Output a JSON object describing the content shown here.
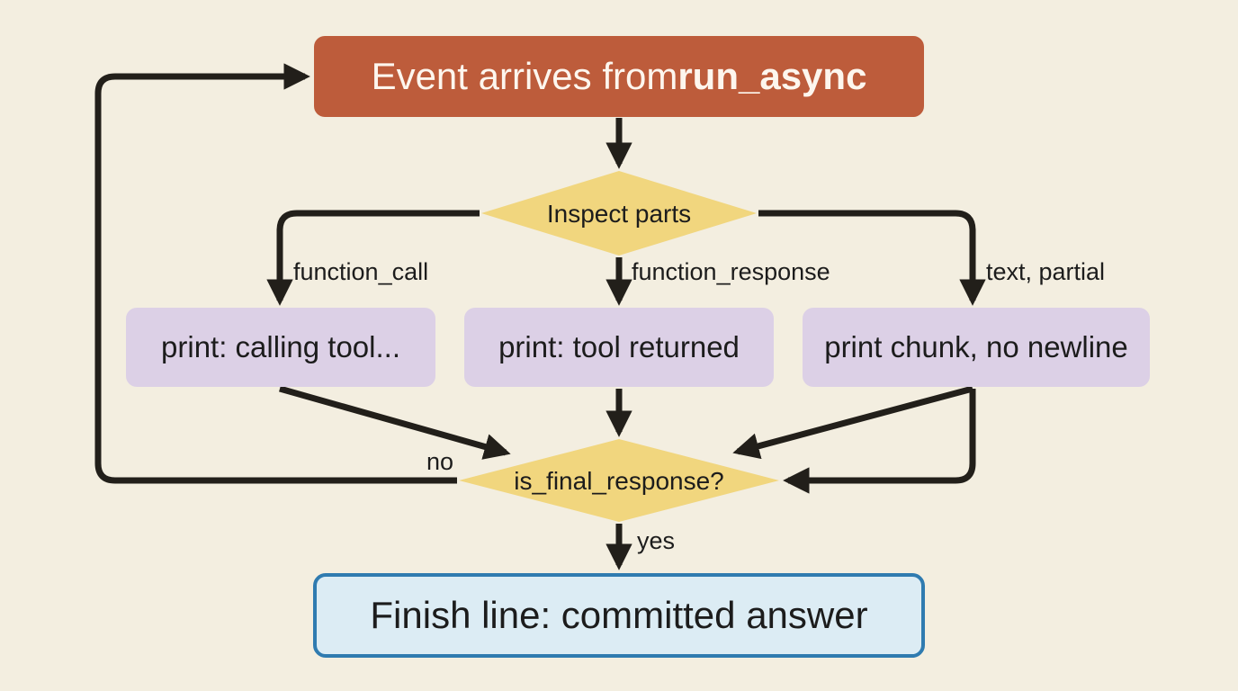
{
  "nodes": {
    "start": {
      "text": "Event arrives from ",
      "code": "run_async"
    },
    "inspect": "Inspect parts",
    "call_box": "print: calling tool...",
    "response_box": "print: tool returned",
    "text_box": "print chunk, no newline",
    "final_check": "is_final_response?",
    "finish": "Finish line: committed answer"
  },
  "edges": {
    "function_call": "function_call",
    "function_response": "function_response",
    "text_partial": "text, partial",
    "no": "no",
    "yes": "yes"
  },
  "colors": {
    "background": "#f3eee0",
    "start_fill": "#bd5c3b",
    "decision_fill": "#f1d67e",
    "process_fill": "#dcd0e6",
    "finish_fill": "#dcecf4",
    "finish_border": "#2f7bb0",
    "arrow": "#221f1a"
  }
}
